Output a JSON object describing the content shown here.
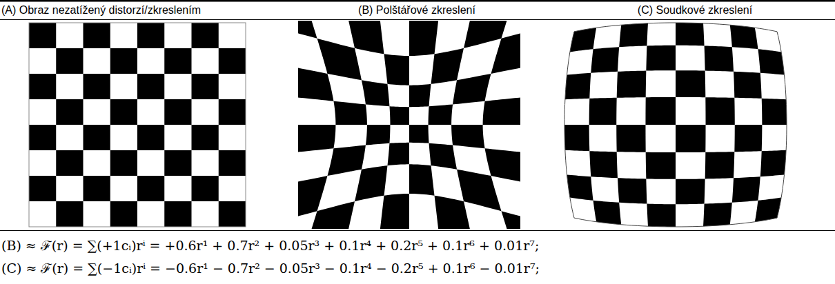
{
  "diagram": {
    "labels": [
      "(A) Obraz nezatížený distorzí/zkreslením",
      "(B) Polštářové zkreslení",
      "(C) Soudkové zkreslení",
      "(B) ≈ ℱ(r) = ∑(+1cᵢ)rⁱ = +0.6r¹ + 0.7r² + 0.05r³ + 0.1r⁴ + 0.2r⁵ + 0.1r⁶ + 0.01r⁷;",
      "(C) ≈ ℱ(r) = ∑(−1cᵢ)rⁱ = −0.6r¹ − 0.7r² − 0.05r³ − 0.1r⁴ − 0.2r⁵ + 0.1r⁶ − 0.01r⁷;"
    ]
  }
}
